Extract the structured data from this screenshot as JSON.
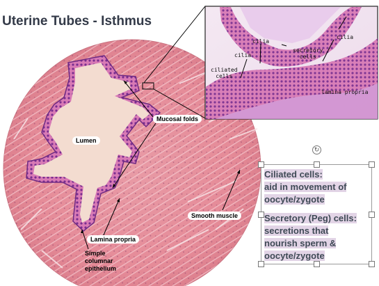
{
  "title": "Uterine Tubes - Isthmus",
  "labels": {
    "lumen": "Lumen",
    "mucosal_folds": "Mucosal folds",
    "lamina_propria": "Lamina propria",
    "smooth_muscle": "Smooth muscle",
    "epithelium_line1": "Simple",
    "epithelium_line2": "columnar",
    "epithelium_line3": "epithelium"
  },
  "inset": {
    "cilia_1": "cilia",
    "cilia_2": "cilia",
    "ciliated_line1": "ciliated",
    "ciliated_line2": "cells",
    "secretory_line1": "secretory",
    "secretory_line2": "cells",
    "cilia_3": "cilia",
    "lamina_propria": "lamina propria"
  },
  "textbox": {
    "ciliated_heading": "Ciliated cells:",
    "ciliated_desc_1": "aid in movement of",
    "ciliated_desc_2": "oocyte/zygote",
    "secretory_heading": "Secretory (Peg) cells:",
    "secretory_desc_1": "secretions that",
    "secretory_desc_2": "nourish sperm &",
    "secretory_desc_3": "oocyte/zygote",
    "rotate_glyph": "↻"
  }
}
